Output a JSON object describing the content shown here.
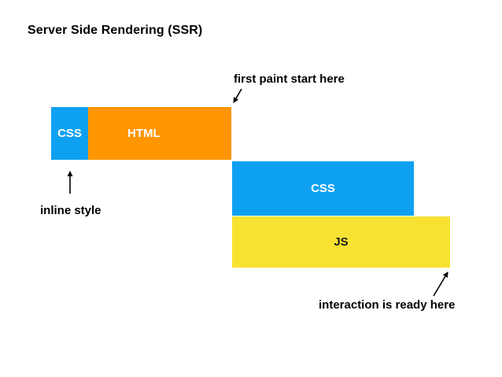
{
  "title": "Server Side Rendering (SSR)",
  "colors": {
    "css_blue": "#0FA1F1",
    "html_orange": "#FF9500",
    "js_yellow": "#F7E231",
    "annotation_text": "#000000",
    "bar_label_light": "#FFFFFF",
    "bar_label_dark": "#1A1A1A",
    "background": "#FFFFFF"
  },
  "bars": [
    {
      "id": "css-inline",
      "label": "CSS",
      "row": 1,
      "color": "#0FA1F1",
      "text_color": "#FFFFFF"
    },
    {
      "id": "html",
      "label": "HTML",
      "row": 1,
      "color": "#FF9500",
      "text_color": "#FFFFFF"
    },
    {
      "id": "css-external",
      "label": "CSS",
      "row": 2,
      "color": "#0FA1F1",
      "text_color": "#FFFFFF"
    },
    {
      "id": "js",
      "label": "JS",
      "row": 3,
      "color": "#F7E231",
      "text_color": "#1A1A1A"
    }
  ],
  "annotations": [
    {
      "id": "first-paint",
      "text": "first paint start here",
      "points_to": "end of HTML bar (top-right corner)"
    },
    {
      "id": "inline-style",
      "text": "inline style",
      "points_to": "bottom of first CSS bar"
    },
    {
      "id": "interaction-ready",
      "text": "interaction is ready here",
      "points_to": "end of JS bar (bottom-right corner)"
    }
  ]
}
